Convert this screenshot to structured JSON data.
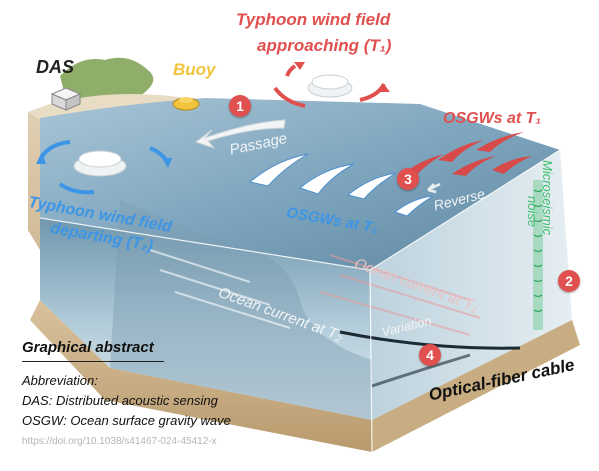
{
  "labels": {
    "das": "DAS",
    "buoy": "Buoy",
    "typhoon_approach_line1": "Typhoon wind field",
    "typhoon_approach_line2": "approaching (T₁)",
    "typhoon_depart_line1": "Typhoon wind field",
    "typhoon_depart_line2": "departing (T₂)",
    "passage": "Passage",
    "osgw_t1": "OSGWs at T₁",
    "osgw_t2": "OSGWs at T₂",
    "reverse": "Reverse",
    "microseismic": "Microseismic",
    "noise": "noise",
    "current_t1": "Ocean current at T₁",
    "current_t2": "Ocean current at T₂",
    "variation": "Variation",
    "cable": "Optical-fiber cable"
  },
  "markers": [
    "1",
    "2",
    "3",
    "4"
  ],
  "abstract": {
    "title": "Graphical abstract",
    "abbrev_heading": "Abbreviation:",
    "das_def": "DAS: Distributed acoustic sensing",
    "osgw_def": "OSGW: Ocean surface gravity wave",
    "doi": "https://doi.org/10.1038/s41467-024-45412-x"
  },
  "colors": {
    "red_accent": "#e0504e",
    "blue_accent": "#3d95e6",
    "buoy_yellow": "#f2c33d",
    "microseismic_green": "#3fbf6e"
  }
}
